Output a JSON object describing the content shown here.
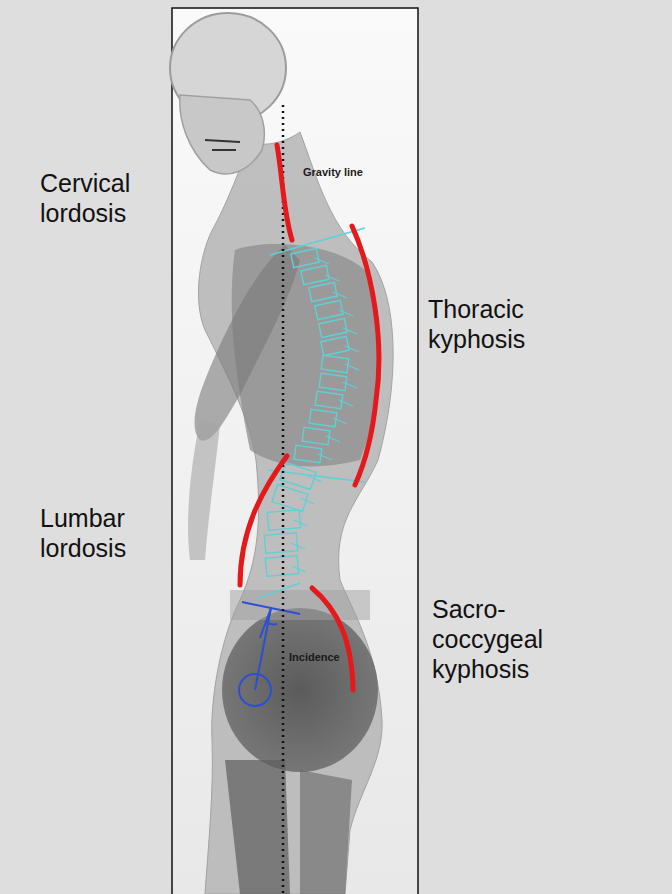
{
  "diagram": {
    "labels": [
      "Cervical lordosis",
      "Gravity line",
      "Thoracic kyphosis",
      "Lumbar lordosis",
      "Incidence",
      "Sacro-coccygeal kyphosis"
    ]
  }
}
